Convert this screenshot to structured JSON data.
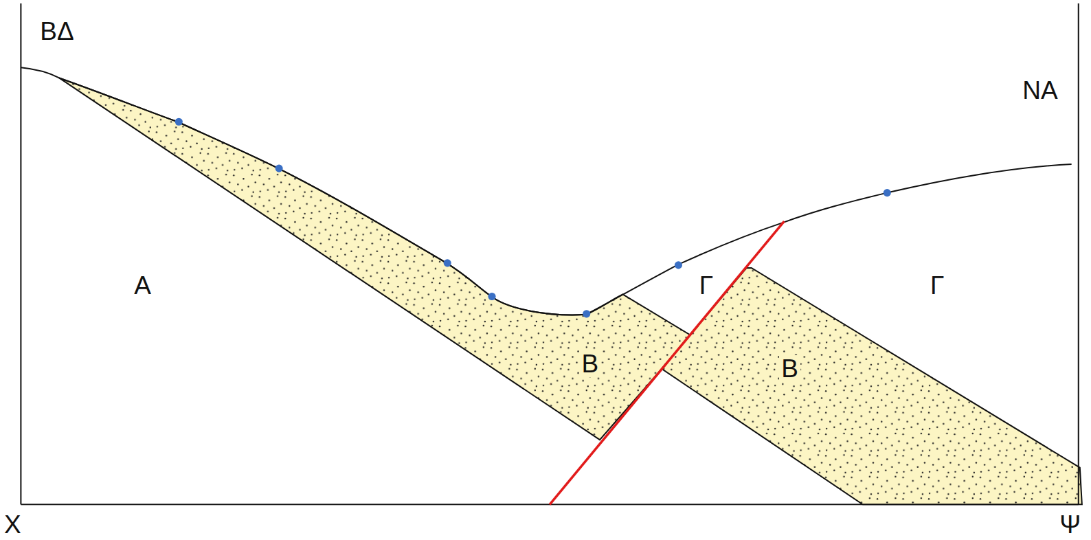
{
  "diagram": {
    "labels": [
      "ΒΔ",
      "ΝΑ",
      "Α",
      "Γ",
      "Γ",
      "Β",
      "Β",
      "Χ",
      "Ψ"
    ]
  }
}
